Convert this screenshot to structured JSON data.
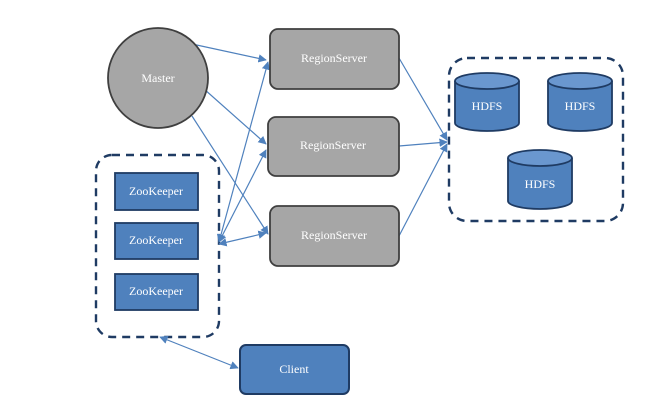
{
  "diagram": {
    "master": {
      "label": "Master"
    },
    "region_servers": [
      {
        "label": "RegionServer"
      },
      {
        "label": "RegionServer"
      },
      {
        "label": "RegionServer"
      }
    ],
    "zookeepers": [
      {
        "label": "ZooKeeper"
      },
      {
        "label": "ZooKeeper"
      },
      {
        "label": "ZooKeeper"
      }
    ],
    "hdfs": [
      {
        "label": "HDFS"
      },
      {
        "label": "HDFS"
      },
      {
        "label": "HDFS"
      }
    ],
    "client": {
      "label": "Client"
    }
  },
  "colors": {
    "node_blue": "#4f81bd",
    "node_gray": "#a6a6a6",
    "frame_navy": "#1f3b63",
    "edge_blue": "#4f81bd"
  }
}
